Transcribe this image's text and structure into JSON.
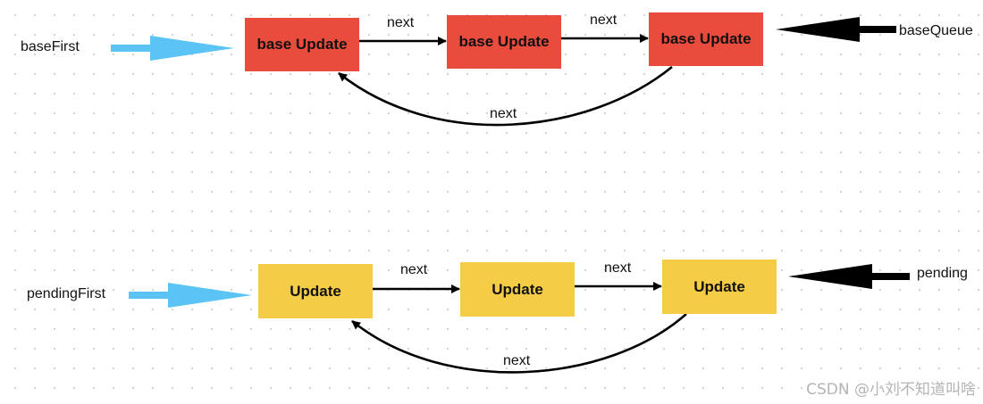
{
  "colors": {
    "base_node": "#E94B3C",
    "pending_node": "#F4CC45",
    "pointer_arrow": "#5BC4F5",
    "tail_arrow": "#000000",
    "edge": "#000000"
  },
  "base": {
    "head_label": "baseFirst",
    "tail_label": "baseQueue",
    "nodes": [
      "base Update",
      "base Update",
      "base Update"
    ],
    "edge_labels": [
      "next",
      "next"
    ],
    "loop_label": "next"
  },
  "pending": {
    "head_label": "pendingFirst",
    "tail_label": "pending",
    "nodes": [
      "Update",
      "Update",
      "Update"
    ],
    "edge_labels": [
      "next",
      "next"
    ],
    "loop_label": "next"
  },
  "watermark": "CSDN @小刘不知道叫啥"
}
